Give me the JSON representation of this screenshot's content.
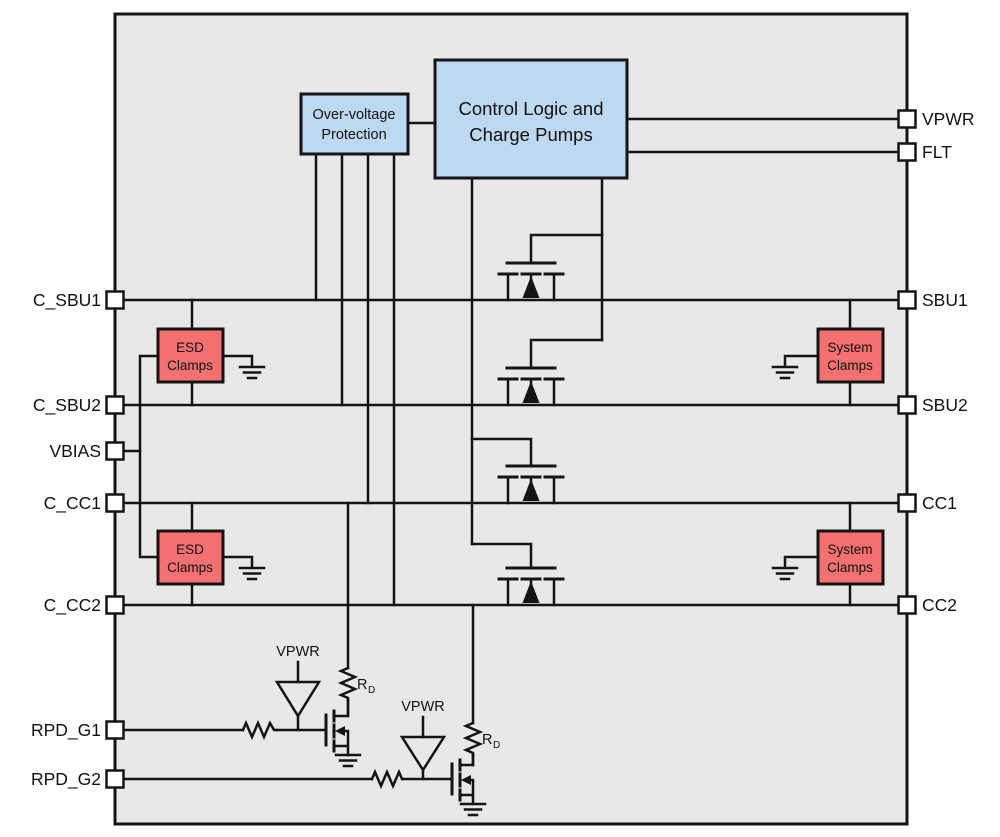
{
  "colors": {
    "chip_fill": "#e8e8e8",
    "block_blue": "#bdd9f2",
    "block_red": "#f57070",
    "wire": "#141414",
    "pin_fill": "#ffffff"
  },
  "blocks": {
    "over_voltage_protection": {
      "line1": "Over-voltage",
      "line2": "Protection"
    },
    "control_logic": {
      "line1": "Control Logic and",
      "line2": "Charge Pumps"
    },
    "esd_clamps_sbu": {
      "line1": "ESD",
      "line2": "Clamps"
    },
    "esd_clamps_cc": {
      "line1": "ESD",
      "line2": "Clamps"
    },
    "system_clamps_sbu": {
      "line1": "System",
      "line2": "Clamps"
    },
    "system_clamps_cc": {
      "line1": "System",
      "line2": "Clamps"
    }
  },
  "pins": {
    "left": [
      {
        "label": "C_SBU1"
      },
      {
        "label": "C_SBU2"
      },
      {
        "label": "VBIAS"
      },
      {
        "label": "C_CC1"
      },
      {
        "label": "C_CC2"
      },
      {
        "label": "RPD_G1"
      },
      {
        "label": "RPD_G2"
      }
    ],
    "right": [
      {
        "label": "VPWR"
      },
      {
        "label": "FLT"
      },
      {
        "label": "SBU1"
      },
      {
        "label": "SBU2"
      },
      {
        "label": "CC1"
      },
      {
        "label": "CC2"
      }
    ]
  },
  "labels": {
    "vpwr_buffer1": "VPWR",
    "vpwr_buffer2": "VPWR",
    "rd1_main": "R",
    "rd1_sub": "D",
    "rd2_main": "R",
    "rd2_sub": "D"
  }
}
